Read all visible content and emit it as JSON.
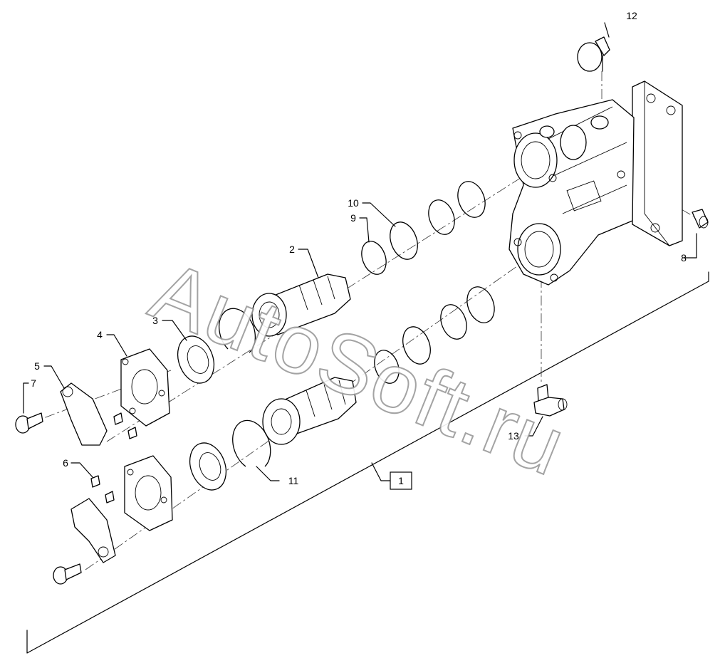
{
  "watermark": "AutoSoft.ru",
  "callouts": [
    {
      "id": "c1",
      "label": "1"
    },
    {
      "id": "c2",
      "label": "2"
    },
    {
      "id": "c3",
      "label": "3"
    },
    {
      "id": "c4",
      "label": "4"
    },
    {
      "id": "c5",
      "label": "5"
    },
    {
      "id": "c6",
      "label": "6"
    },
    {
      "id": "c7",
      "label": "7"
    },
    {
      "id": "c8",
      "label": "8"
    },
    {
      "id": "c9",
      "label": "9"
    },
    {
      "id": "c10",
      "label": "10"
    },
    {
      "id": "c11",
      "label": "11"
    },
    {
      "id": "c12",
      "label": "12"
    },
    {
      "id": "c13",
      "label": "13"
    }
  ]
}
